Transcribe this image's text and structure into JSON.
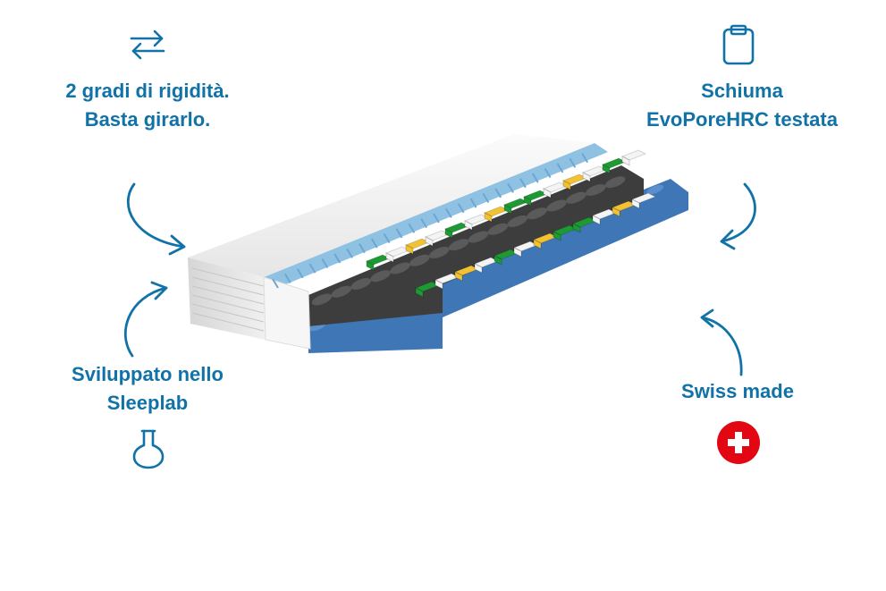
{
  "features": {
    "top_left": {
      "icon": "swap-arrows-icon",
      "lines": [
        "2 gradi di rigidità.",
        "Basta girarlo."
      ]
    },
    "top_right": {
      "icon": "clipboard-icon",
      "lines": [
        "Schiuma",
        "EvoPoreHRC testata"
      ]
    },
    "bottom_left": {
      "icon": "flask-icon",
      "lines": [
        "Sviluppato nello",
        "Sleeplab"
      ]
    },
    "bottom_right": {
      "icon": "swiss-cross-icon",
      "lines": [
        "Swiss made"
      ]
    }
  },
  "colors": {
    "accent": "#1172a8",
    "swiss_red": "#e30613",
    "foam_light_blue": "#8fc1e3",
    "foam_dark_blue": "#3f76b5",
    "foam_black": "#3d3d3d",
    "zone_green": "#1e9a35",
    "zone_yellow": "#f2c233",
    "zone_white": "#f4f4f4"
  },
  "product": {
    "icon": "mattress-cutaway-illustration",
    "zone_pattern": [
      "green",
      "white",
      "yellow",
      "white",
      "green",
      "white",
      "yellow",
      "green"
    ]
  }
}
